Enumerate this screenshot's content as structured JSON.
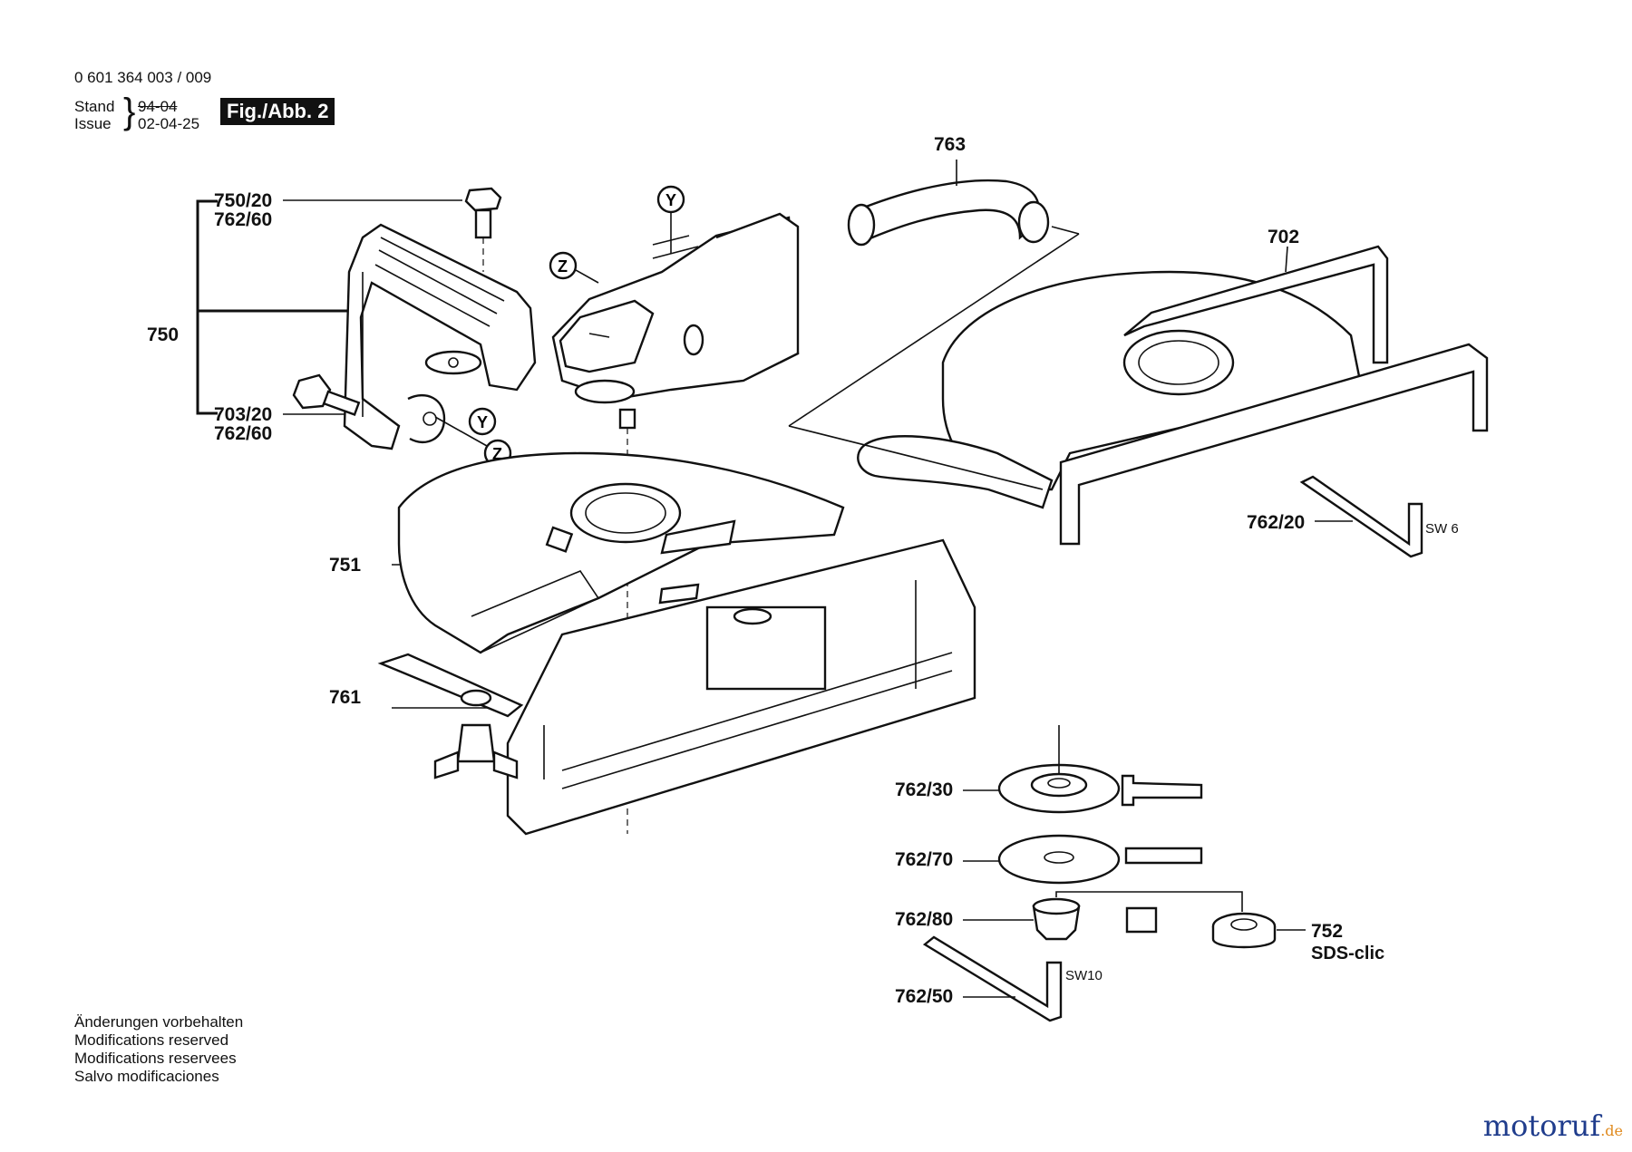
{
  "header": {
    "part_number": "0 601 364 003 / 009",
    "stand_label": "Stand",
    "issue_label": "Issue",
    "stand_date": "94-04",
    "issue_date": "02-04-25",
    "figure_label": "Fig./Abb. 2"
  },
  "labels": {
    "p750_20": "750/20",
    "p762_60a": "762/60",
    "p750": "750",
    "p703_20": "703/20",
    "p762_60b": "762/60",
    "p751": "751",
    "p761": "761",
    "p763": "763",
    "p702": "702",
    "p762_20": "762/20",
    "sw6": "SW 6",
    "p762_30": "762/30",
    "p762_70": "762/70",
    "p762_80": "762/80",
    "p762_50": "762/50",
    "sw10": "SW10",
    "p752": "752",
    "sds": "SDS-clic",
    "y": "Y",
    "z": "Z"
  },
  "notes": [
    "Änderungen vorbehalten",
    "Modifications reserved",
    "Modifications reservees",
    "Salvo modificaciones"
  ],
  "brand": {
    "name": "motoruf",
    "suffix": ".de",
    "color": "#1f3c8c",
    "accent": "#e08a1e"
  }
}
